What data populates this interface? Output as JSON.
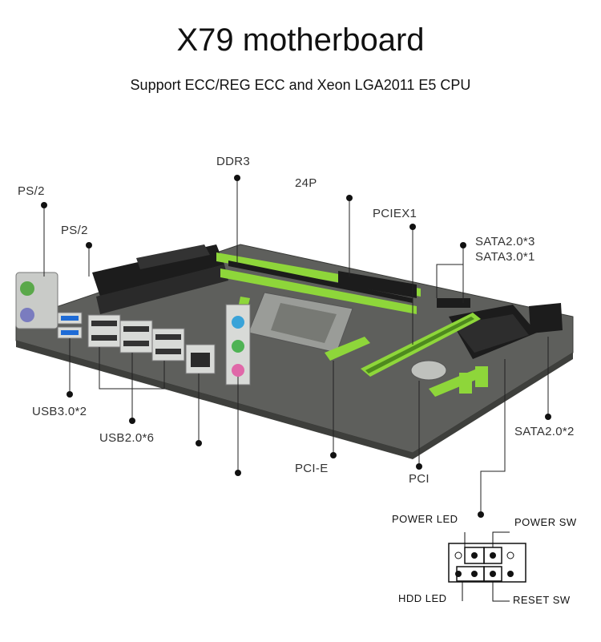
{
  "title": "X79 motherboard",
  "subtitle": "Support ECC/REG ECC and Xeon LGA2011 E5 CPU",
  "labels": {
    "ps2_top": "PS/2",
    "ps2_mid": "PS/2",
    "ddr3": "DDR3",
    "p24": "24P",
    "pciex1": "PCIEX1",
    "sata_30": "SATA2.0*3",
    "sata_31": "SATA3.0*1",
    "usb3": "USB3.0*2",
    "usb2": "USB2.0*6",
    "pcie": "PCI-E",
    "pci": "PCI",
    "sata2": "SATA2.0*2"
  },
  "panel": {
    "power_led": "POWER   LED",
    "power_sw": "POWER   SW",
    "hdd_led": "HDD LED",
    "reset_sw": "RESET  SW"
  },
  "colors": {
    "board": "#5e5f5c",
    "green": "#8ed63a",
    "heatsink": "#1c1c1c",
    "leader": "#222222"
  }
}
